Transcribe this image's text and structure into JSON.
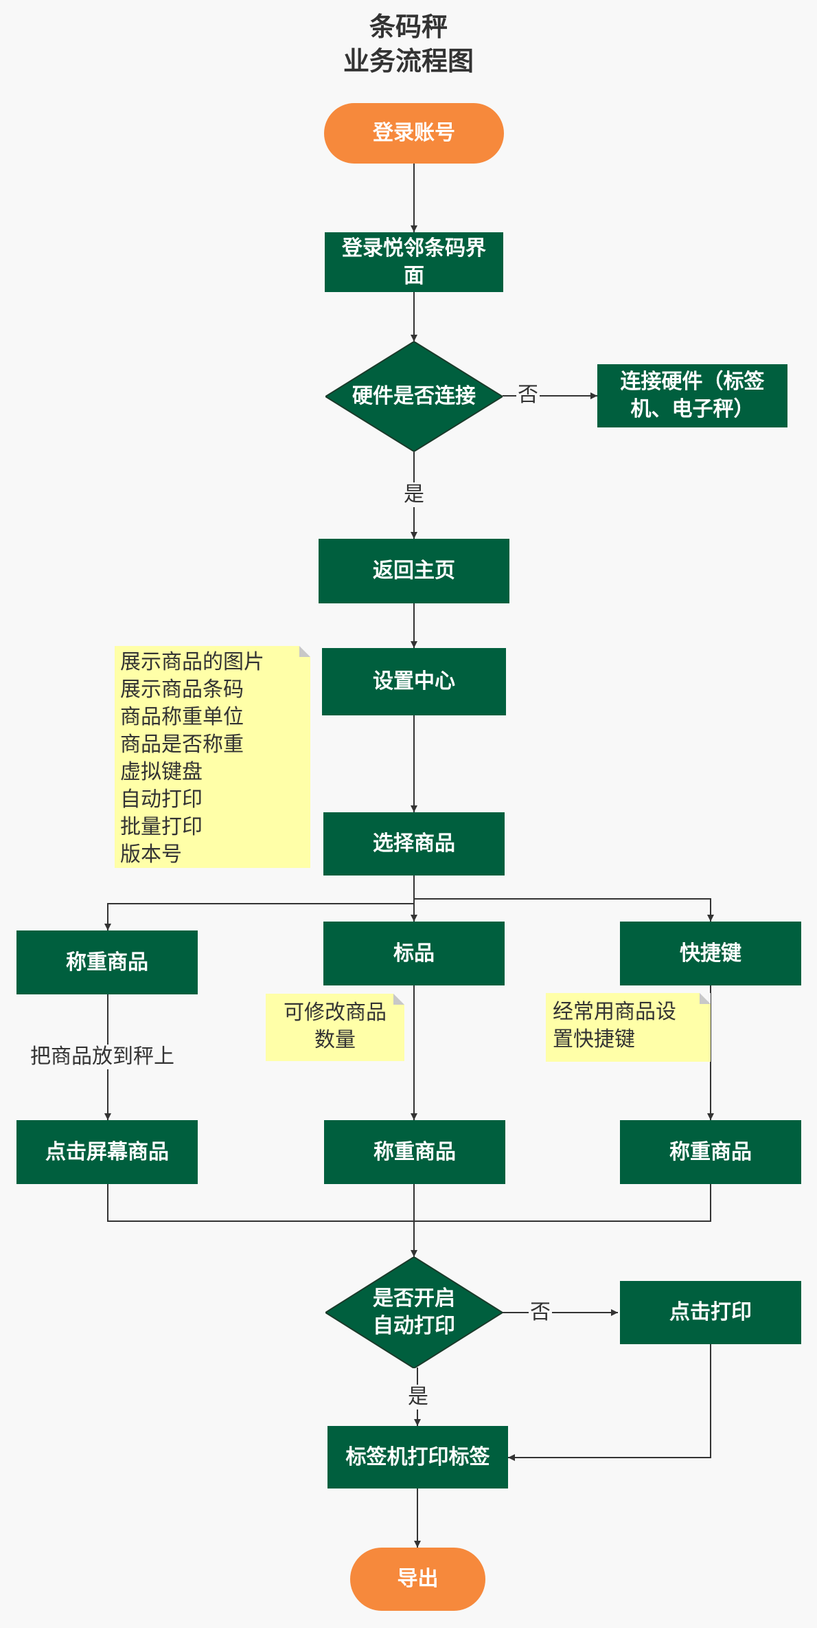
{
  "title": {
    "line1": "条码秤",
    "line2": "业务流程图"
  },
  "nodes": {
    "login_account": "登录账号",
    "login_ui": "登录悦邻条码界面",
    "hardware_check": "硬件是否连接",
    "connect_hardware": "连接硬件（标签机、电子秤）",
    "return_home": "返回主页",
    "settings_center": "设置中心",
    "select_product": "选择商品",
    "weigh_product_left": "称重商品",
    "standard_product": "标品",
    "shortcut_key": "快捷键",
    "click_screen_product": "点击屏幕商品",
    "weigh_product_mid": "称重商品",
    "weigh_product_right": "称重商品",
    "auto_print_check": "是否开启自动打印",
    "click_print": "点击打印",
    "label_print": "标签机打印标签",
    "export": "导出"
  },
  "notes": {
    "settings": [
      "展示商品的图片",
      "展示商品条码",
      "商品称重单位",
      "商品是否称重",
      "虚拟键盘",
      "自动打印",
      "批量打印",
      "版本号"
    ],
    "standard": [
      "可修改商品",
      "数量"
    ],
    "shortcut": [
      "经常用商品设",
      "置快捷键"
    ]
  },
  "edge_labels": {
    "hardware_no": "否",
    "hardware_yes": "是",
    "place_on_scale": "把商品放到秤上",
    "print_no": "否",
    "print_yes": "是"
  },
  "colors": {
    "process": "#005f3e",
    "terminal": "#f6893c",
    "note": "#ffffa8",
    "edge": "#333333"
  }
}
